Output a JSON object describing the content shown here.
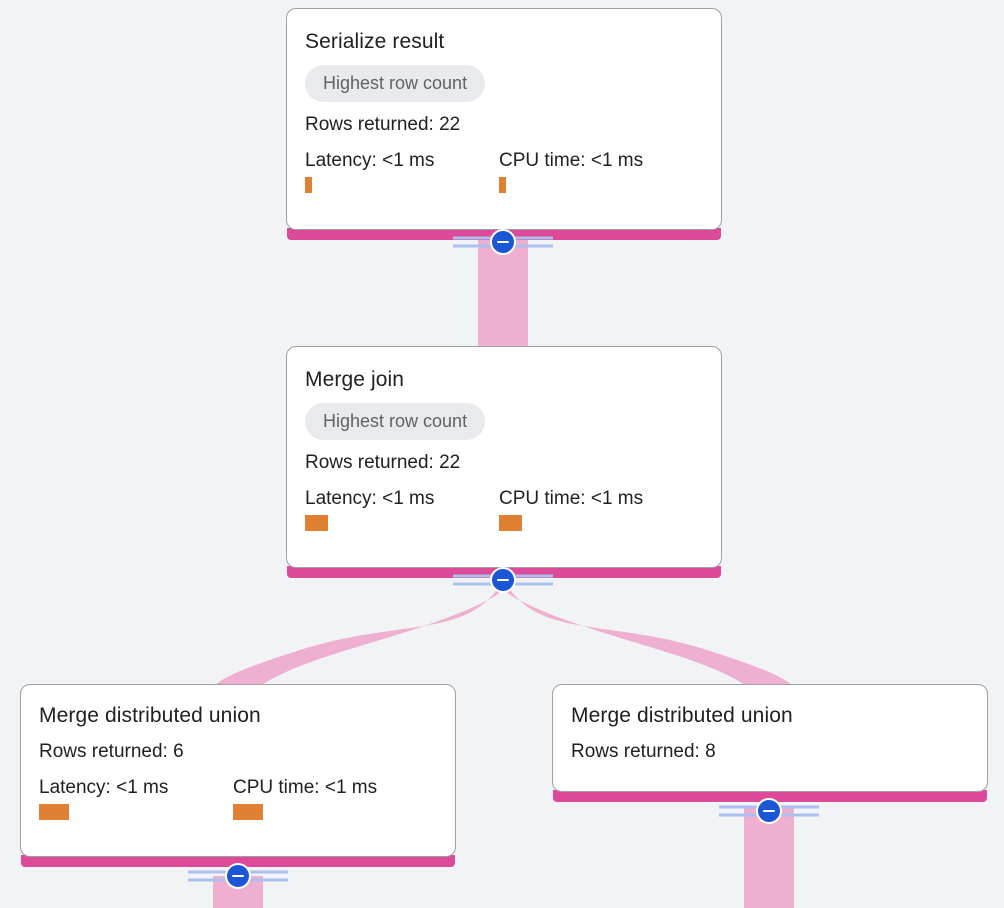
{
  "theme": {
    "background": "#f1f3f4",
    "card_background": "#ffffff",
    "card_border": "#9aa0a6",
    "accent_pink": "#dd4a9a",
    "edge_pink": "#eeafd0",
    "bar_orange": "#df8033",
    "chip_background": "#e8eaed",
    "chip_text": "#5f6368",
    "toggle_blue": "#1a56d6",
    "text_primary": "#202124"
  },
  "graph": {
    "name": "query-execution-plan",
    "nodes": [
      {
        "id": "serialize-result",
        "title": "Serialize result",
        "chip": "Highest row count",
        "rows_returned": "Rows returned: 22",
        "latency_label": "Latency: <1 ms",
        "cpu_label": "CPU time: <1 ms",
        "latency_bar_width": 7,
        "cpu_bar_width": 7,
        "toggle_icon": "collapse-minus-icon",
        "toggle_state": "expanded"
      },
      {
        "id": "merge-join",
        "title": "Merge join",
        "chip": "Highest row count",
        "rows_returned": "Rows returned: 22",
        "latency_label": "Latency: <1 ms",
        "cpu_label": "CPU time: <1 ms",
        "latency_bar_width": 23,
        "cpu_bar_width": 23,
        "toggle_icon": "collapse-minus-icon",
        "toggle_state": "expanded"
      },
      {
        "id": "merge-distributed-union-left",
        "title": "Merge distributed union",
        "chip": null,
        "rows_returned": "Rows returned: 6",
        "latency_label": "Latency: <1 ms",
        "cpu_label": "CPU time: <1 ms",
        "latency_bar_width": 30,
        "cpu_bar_width": 30,
        "toggle_icon": "collapse-minus-icon",
        "toggle_state": "expanded"
      },
      {
        "id": "merge-distributed-union-right",
        "title": "Merge distributed union",
        "chip": null,
        "rows_returned": "Rows returned: 8",
        "latency_label": null,
        "cpu_label": null,
        "toggle_icon": "collapse-minus-icon",
        "toggle_state": "expanded"
      }
    ],
    "edges": [
      {
        "from": "serialize-result",
        "to": "merge-join",
        "name": "edge-serialize-to-merge-join"
      },
      {
        "from": "merge-join",
        "to": "merge-distributed-union-left",
        "name": "edge-merge-join-to-union-left"
      },
      {
        "from": "merge-join",
        "to": "merge-distributed-union-right",
        "name": "edge-merge-join-to-union-right"
      },
      {
        "from": "merge-distributed-union-left",
        "to": "offscreen-child-left",
        "name": "edge-union-left-down"
      },
      {
        "from": "merge-distributed-union-right",
        "to": "offscreen-child-right",
        "name": "edge-union-right-down"
      }
    ]
  }
}
